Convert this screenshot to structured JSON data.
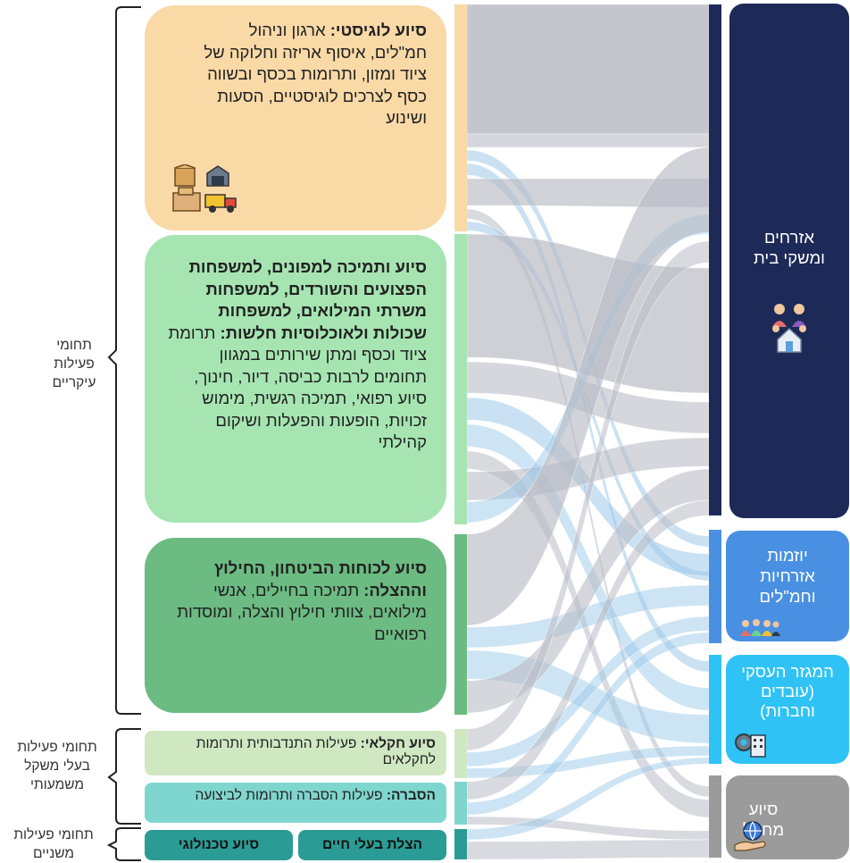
{
  "categories": {
    "logistics": {
      "title": "סיוע לוגיסטי:",
      "body": "ארגון וניהול חמ\"לים, איסוף אריזה וחלוקה של ציוד ומזון, ותרומות בכסף ובשווה כסף לצרכים לוגיסטיים, הסעות ושינוע"
    },
    "evacuees": {
      "title": "סיוע ותמיכה למפונים, למשפחות הפצועים והשורדים, למשפחות משרתי המילואים, למשפחות שכולות ולאוכלוסיות חלשות:",
      "body": "תרומת ציוד וכסף ומתן שירותים במגוון תחומים לרבות כביסה, דיור, חינוך, סיוע רפואי, תמיכה רגשית, מימוש זכויות, הופעות והפעלות ושיקום קהילתי"
    },
    "security": {
      "title": "סיוע לכוחות הביטחון, החילוץ וההצלה:",
      "body": "תמיכה בחיילים, אנשי מילואים, צוותי חילוץ והצלה, ומוסדות רפואיים"
    },
    "agriculture": {
      "title": "סיוע חקלאי:",
      "body": "פעילות התנדבותית ותרומות לחקלאים"
    },
    "advocacy": {
      "title": "הסברה:",
      "body": "פעילות הסברה ותרומות לביצועה"
    },
    "animals": {
      "label": "הצלת בעלי חיים"
    },
    "tech": {
      "label": "סיוע טכנולוגי"
    }
  },
  "side_labels": {
    "main": "תחומי פעילות עיקריים",
    "significant": "תחומי פעילות בעלי משקל משמעותי",
    "secondary": "תחומי פעילות משניים"
  },
  "sectors": {
    "citizens": "אזרחים ומשקי בית",
    "initiatives": "יוזמות אזרחיות וחמ\"לים",
    "business": "המגזר העסקי (עובדים וחברות)",
    "abroad": "סיוע מחו\"ל"
  },
  "colors": {
    "logistics": "#f9d9a6",
    "evacuees": "#a6e5b2",
    "security": "#6cbb82",
    "agriculture": "#cfe8c2",
    "advocacy": "#7fd6cf",
    "dark_pill": "#2a9c95",
    "citizens": "#1d2957",
    "initiatives": "#4a90e2",
    "business": "#2fc3f5",
    "abroad": "#9b9b9b",
    "flow_gray": "#b9bcc4",
    "flow_blue": "#9cc9ea"
  },
  "icons": {
    "logistics": "boxes-truck-warehouse-icon",
    "citizens": "family-house-icon",
    "initiatives": "group-people-icon",
    "business": "gear-building-icon",
    "abroad": "globe-hand-icon"
  }
}
